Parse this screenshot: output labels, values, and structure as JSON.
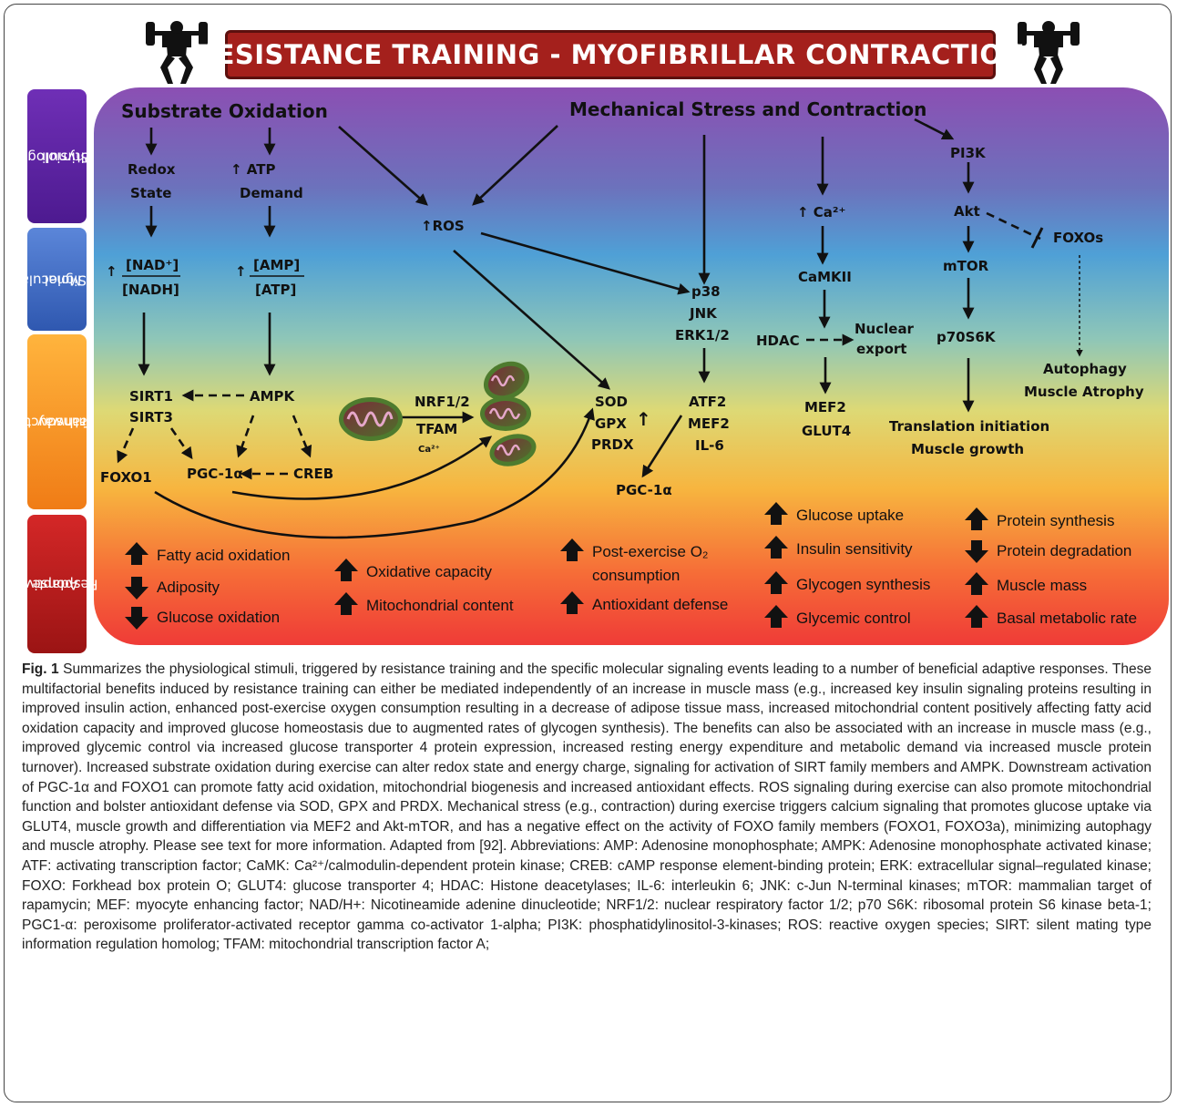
{
  "title": "RESISTANCE TRAINING - MYOFIBRILLAR CONTRACTION",
  "side_tabs": {
    "stimuli": [
      "Physiological",
      "Stimuli"
    ],
    "signal": [
      "Molecular",
      "Signal"
    ],
    "transduction": [
      "Transduction",
      "Pathway"
    ],
    "adaptive": [
      "Adaptive",
      "Response"
    ]
  },
  "headers": {
    "substrate": "Substrate Oxidation",
    "mechanical": "Mechanical Stress and Contraction"
  },
  "nodes": {
    "redox_1": "Redox",
    "redox_2": "State",
    "atp_1": "↑ ATP",
    "atp_2": "Demand",
    "nad_arrow": "↑",
    "nad_top": "[NAD⁺]",
    "nad_bottom": "[NADH]",
    "amp_arrow": "↑",
    "amp_top": "[AMP]",
    "amp_bottom": "[ATP]",
    "sirt1": "SIRT1",
    "sirt3": "SIRT3",
    "ampk": "AMPK",
    "foxo1": "FOXO1",
    "pgc1a_left": "PGC-1α",
    "creb": "CREB",
    "ros": "↑ROS",
    "nrf": "NRF1/2",
    "tfam": "TFAM",
    "ca_small": "Ca²⁺",
    "sod": "SOD",
    "gpx": "GPX",
    "prdx": "PRDX",
    "sod_up": "↑",
    "p38": "p38",
    "jnk": "JNK",
    "erk": "ERK1/2",
    "atf2": "ATF2",
    "mef2_mid": "MEF2",
    "il6": "IL-6",
    "pgc1a_mid": "PGC-1α",
    "ca_up": "↑ Ca²⁺",
    "camkii": "CaMKII",
    "hdac": "HDAC",
    "nuclear_1": "Nuclear",
    "nuclear_2": "export",
    "mef2_right": "MEF2",
    "glut4": "GLUT4",
    "pi3k": "PI3K",
    "akt": "Akt",
    "foxos": "FOXOs",
    "mtor": "mTOR",
    "p70": "p70S6K",
    "autophagy": "Autophagy",
    "atrophy": "Muscle Atrophy",
    "translation": "Translation initiation",
    "growth": "Muscle growth"
  },
  "responses": [
    {
      "dir": "up",
      "text": "Fatty acid oxidation"
    },
    {
      "dir": "down",
      "text": "Adiposity"
    },
    {
      "dir": "down",
      "text": "Glucose oxidation"
    },
    {
      "dir": "up",
      "text": "Oxidative capacity"
    },
    {
      "dir": "up",
      "text": "Mitochondrial content"
    },
    {
      "dir": "up",
      "text": "Post-exercise O₂"
    },
    {
      "dir": "none",
      "text": "consumption"
    },
    {
      "dir": "up",
      "text": "Antioxidant defense"
    },
    {
      "dir": "up",
      "text": "Glucose uptake"
    },
    {
      "dir": "up",
      "text": "Insulin sensitivity"
    },
    {
      "dir": "up",
      "text": "Glycogen synthesis"
    },
    {
      "dir": "up",
      "text": "Glycemic control"
    },
    {
      "dir": "up",
      "text": "Protein synthesis"
    },
    {
      "dir": "down",
      "text": "Protein degradation"
    },
    {
      "dir": "up",
      "text": "Muscle mass"
    },
    {
      "dir": "up",
      "text": "Basal metabolic rate"
    }
  ],
  "caption": {
    "label": "Fig. 1",
    "text": " Summarizes the physiological stimuli, triggered by resistance training and the specific molecular signaling events leading to a number of beneficial adaptive responses. These multifactorial benefits induced by resistance training can either be mediated independently of an increase in muscle mass (e.g., increased key insulin signaling proteins resulting in improved insulin action, enhanced post-exercise oxygen consumption resulting in a decrease of adipose tissue mass, increased mitochondrial content positively affecting fatty acid oxidation capacity and improved glucose homeostasis due to augmented rates of glycogen synthesis). The benefits can also be associated with an increase in muscle mass (e.g., improved glycemic control via increased glucose transporter 4 protein expression, increased resting energy expenditure and metabolic demand via increased muscle protein turnover). Increased substrate oxidation during exercise can alter redox state and energy charge, signaling for activation of SIRT family members and AMPK. Downstream activation of PGC-1α and FOXO1 can promote fatty acid oxidation, mitochondrial biogenesis and increased antioxidant effects. ROS signaling during exercise can also promote mitochondrial function and bolster antioxidant defense via SOD, GPX and PRDX. Mechanical stress (e.g., contraction) during exercise triggers calcium signaling that promotes glucose uptake via GLUT4, muscle growth and differentiation via MEF2 and Akt-mTOR, and has a negative effect on the activity of FOXO family members (FOXO1, FOXO3a), minimizing autophagy and muscle atrophy. Please see text for more information. Adapted from [92]. Abbreviations: AMP: Adenosine monophosphate; AMPK: Adenosine monophosphate activated kinase; ATF: activating transcription factor; CaMK: Ca²⁺/calmodulin-dependent protein kinase; CREB: cAMP response element-binding protein; ERK: extracellular signal–regulated kinase; FOXO: Forkhead box protein O; GLUT4: glucose transporter 4; HDAC: Histone deacetylases; IL-6: interleukin 6; JNK: c-Jun N-terminal kinases; mTOR: mammalian target of rapamycin; MEF: myocyte enhancing factor; NAD/H+: Nicotineamide adenine dinucleotide; NRF1/2: nuclear respiratory factor 1/2; p70 S6K: ribosomal protein S6 kinase beta-1; PGC1-α: peroxisome proliferator-activated receptor gamma co-activator 1-alpha; PI3K: phosphatidylinositol-3-kinases; ROS: reactive oxygen species; SIRT: silent mating type information regulation homolog; TFAM: mitochondrial transcription factor A;"
  },
  "colors": {
    "banner": "#a4201c",
    "stimuli_tab": "#6f2fb6",
    "signal_tab": "#4f7fd4",
    "transduction_tab": "#f49a2b",
    "adaptive_tab": "#c41f1f"
  }
}
